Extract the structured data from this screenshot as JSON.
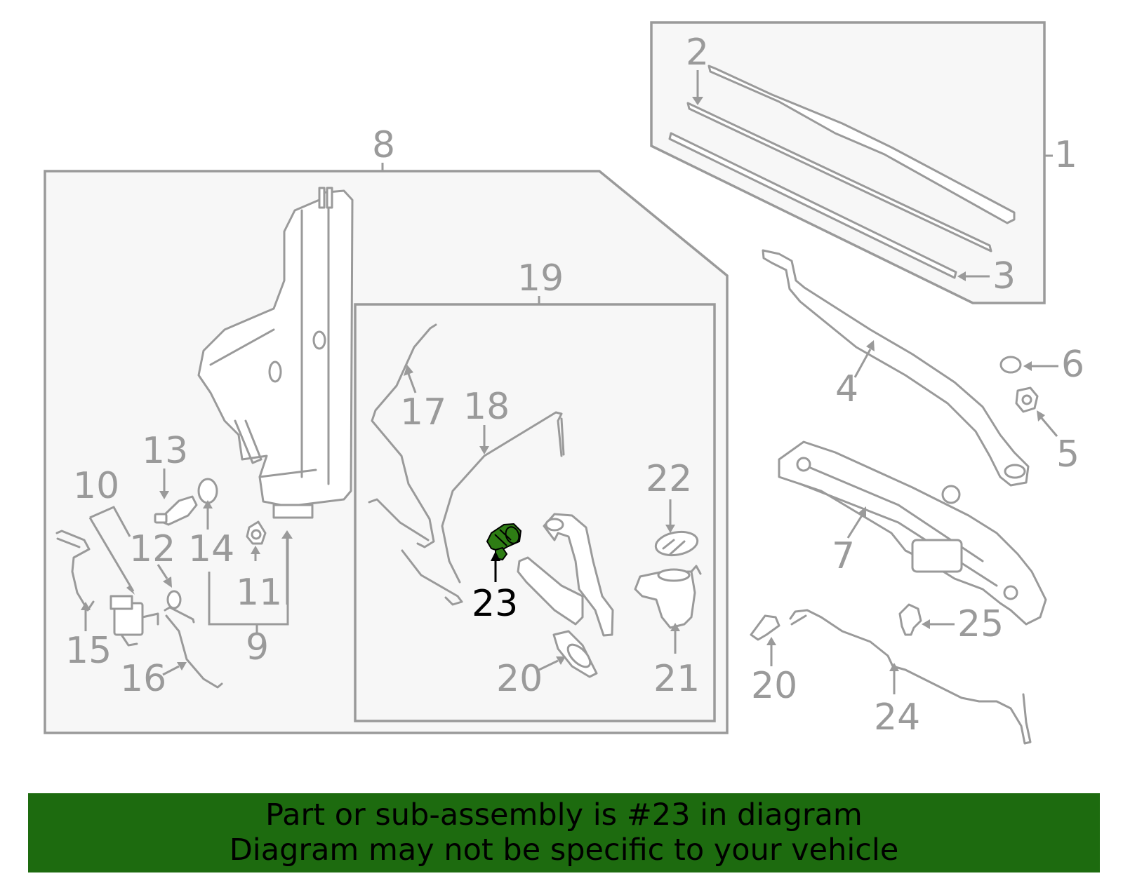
{
  "callouts": {
    "c1": "1",
    "c2": "2",
    "c3": "3",
    "c4": "4",
    "c5": "5",
    "c6": "6",
    "c7": "7",
    "c8": "8",
    "c9": "9",
    "c10": "10",
    "c11": "11",
    "c12": "12",
    "c13": "13",
    "c14": "14",
    "c15": "15",
    "c16": "16",
    "c17": "17",
    "c18": "18",
    "c19": "19",
    "c20a": "20",
    "c20b": "20",
    "c21": "21",
    "c22": "22",
    "c23": "23",
    "c24": "24",
    "c25": "25"
  },
  "highlight": {
    "part_number": "23",
    "color": "#2e7d14"
  },
  "banner": {
    "line1": "Part or sub-assembly is #23 in diagram",
    "line2": "Diagram may not be specific to your vehicle",
    "background": "#1d6b0f"
  }
}
